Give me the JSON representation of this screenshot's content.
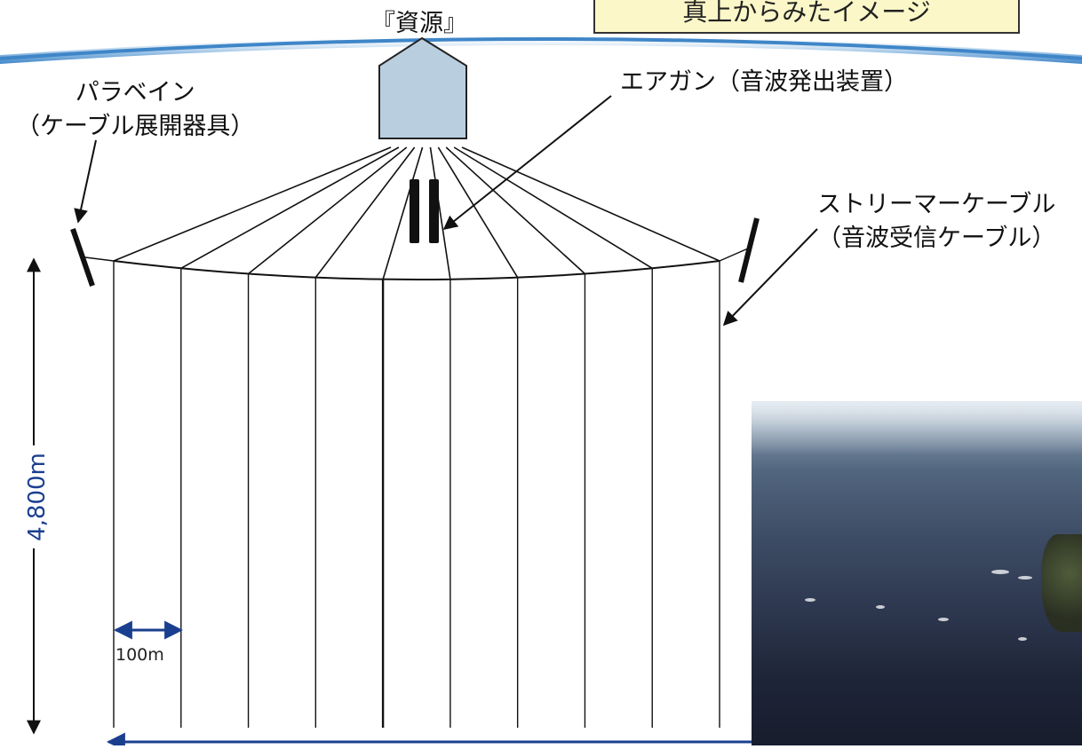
{
  "header": {
    "title_box_text": "真上からみたイメージ"
  },
  "labels": {
    "resource": "『資源』",
    "paravane_line1": "パラベイン",
    "paravane_line2": "（ケーブル展開器具）",
    "airgun": "エアガン（音波発出装置）",
    "streamer_line1": "ストリーマーケーブル",
    "streamer_line2": "（音波受信ケーブル）",
    "cable_length": "4,800m",
    "cable_spacing": "100m"
  },
  "diagram": {
    "streamer_count": 10,
    "colors": {
      "line": "#111111",
      "vessel_fill": "#b9cfe0",
      "dimension_arrow": "#1b3f8f",
      "horizon": "#5a9ad0"
    }
  },
  "photo": {
    "icon": "aerial-sea-photo"
  }
}
